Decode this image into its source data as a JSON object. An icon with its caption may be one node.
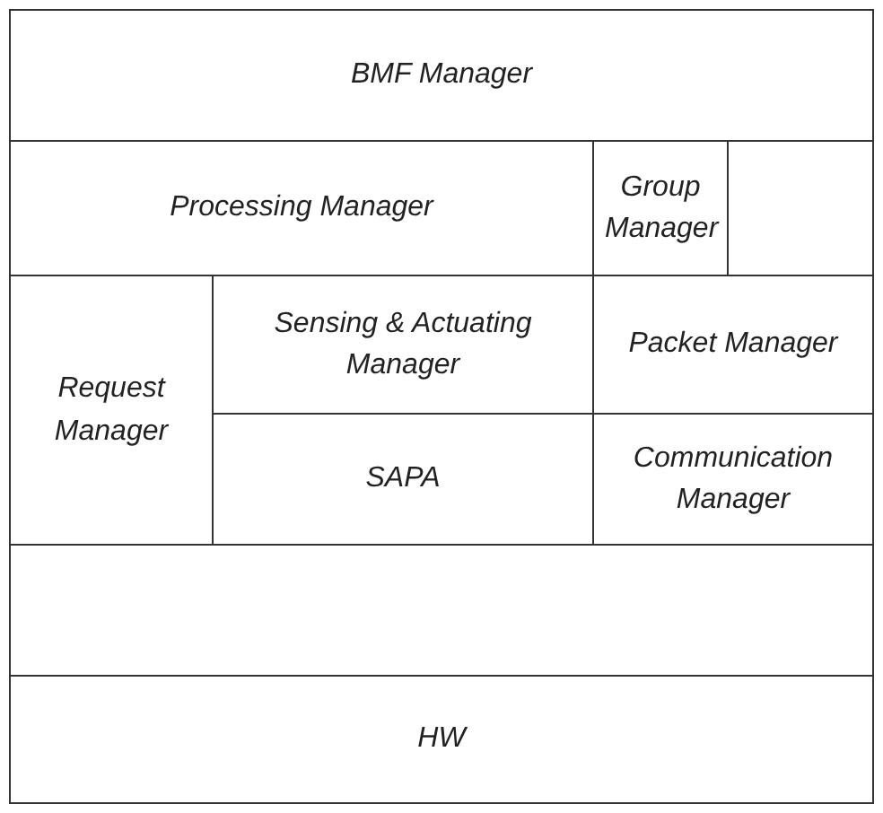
{
  "diagram": {
    "nodes": [
      {
        "text": [
          "BMF Manager"
        ]
      },
      {
        "text": [
          "Processing Manager"
        ]
      },
      {
        "text": [
          "Group Manager"
        ]
      },
      {
        "text": [],
        "shape": "box"
      },
      {
        "text": [
          "Request Manager"
        ]
      },
      {
        "text": [
          "Sensing & Actuating Manager"
        ]
      },
      {
        "text": [
          "Packet Manager"
        ]
      },
      {
        "text": [
          "SAPA"
        ]
      },
      {
        "text": [
          "Communication Manager"
        ]
      },
      {
        "text": [],
        "shape": "box"
      },
      {
        "text": [
          "HW"
        ]
      }
    ]
  }
}
